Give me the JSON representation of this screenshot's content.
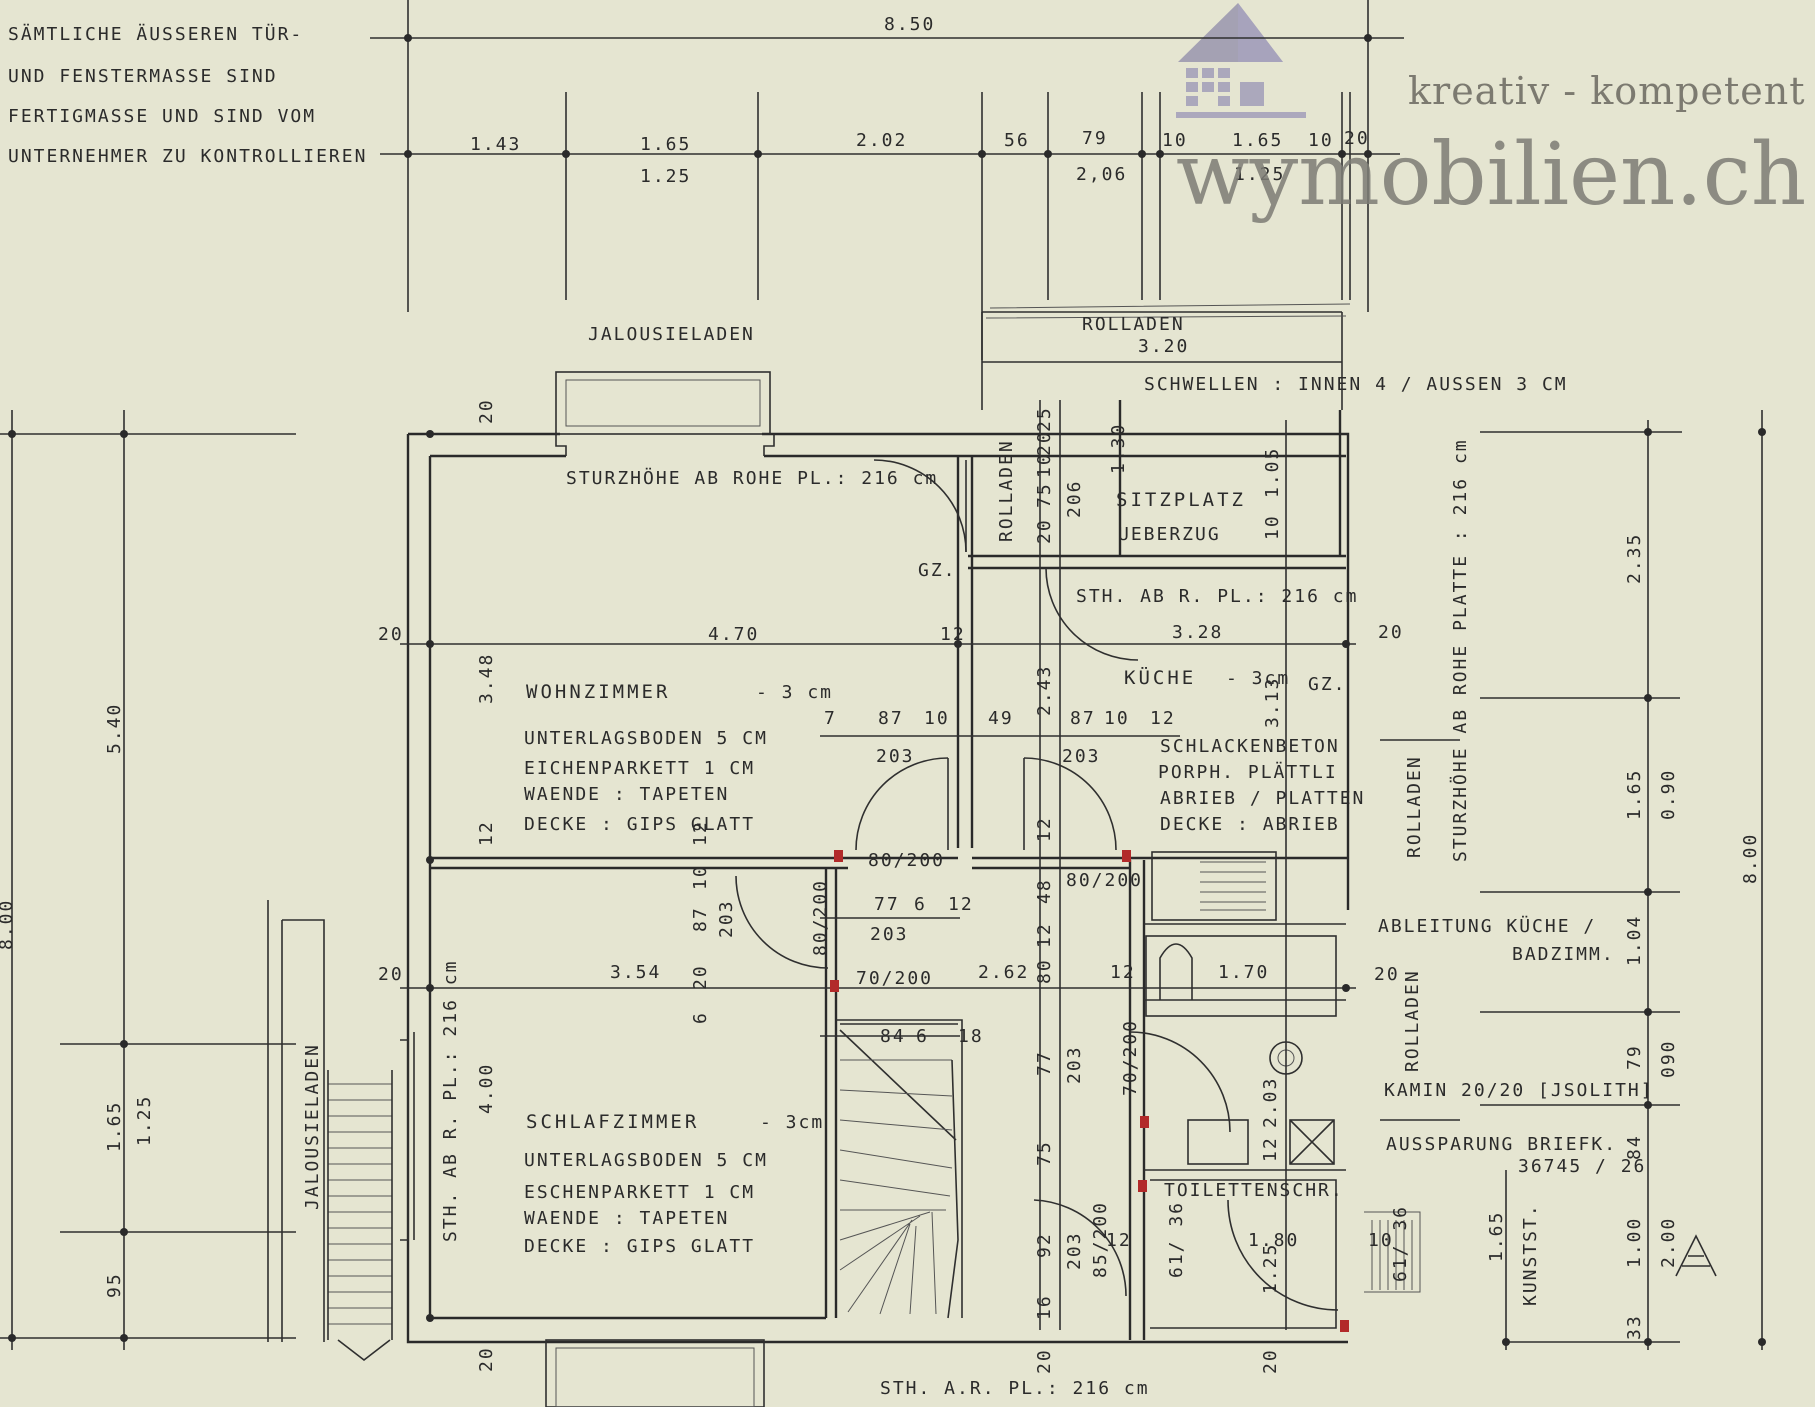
{
  "notice": {
    "lines": [
      "SÄMTLICHE ÄUSSEREN TÜR-",
      "UND FENSTERMASSE SIND",
      "FERTIGMASSE UND SIND VOM",
      "UNTERNEHMER ZU KONTROLLIEREN"
    ]
  },
  "brand": {
    "slogan": "kreativ - kompetent",
    "name": "wymobilien.ch",
    "colors": {
      "logo_roof": "#8e8aa8",
      "logo_grid": "#9d99b8",
      "text": "#7c7a70"
    }
  },
  "dimensions_top": {
    "total": "8.50",
    "segments": [
      "1.43",
      "1.65",
      "2.02",
      "56",
      "79",
      "10",
      "1.65",
      "10",
      "20"
    ],
    "openings": [
      "1.25",
      "2,06",
      "1.25"
    ]
  },
  "labels": {
    "jalousieladen_top": "JALOUSIELADEN",
    "rolladen_top": "ROLLADEN",
    "rolladen_top_width": "3.20",
    "schwellen": "SCHWELLEN : INNEN 4 / AUSSEN 3 CM",
    "sturzhoehe_top": "STURZHÖHE AB ROHE PL.: 216 cm",
    "rolladen_v1": "ROLLADEN",
    "sitzplatz": "SITZPLATZ",
    "ueberzug": "UEBERZUG",
    "gz1": "GZ.",
    "sth_top": "STH. AB R. PL.: 216 cm",
    "kueche": "KÜCHE",
    "kueche_floor": "- 3cm",
    "gz2": "GZ.",
    "sturzhoehe_right": "STURZHÖHE AB ROHE PLATTE : 216 cm",
    "rolladen_right1": "ROLLADEN",
    "rolladen_right2": "ROLLADEN",
    "ableitung_1": "ABLEITUNG KÜCHE /",
    "ableitung_2": "BADZIMM.",
    "kamin": "KAMIN 20/20 [JSOLITH]",
    "aussparung_1": "AUSSPARUNG BRIEFK.",
    "aussparung_2": "36745 / 26",
    "kunstst": "KUNSTST.",
    "toiletten": "TOILETTENSCHR.",
    "jalousieladen_left": "JALOUSIELADEN",
    "sth_left": "STH. AB R. PL.: 216 cm",
    "sth_bottom": "STH. A.R. PL.: 216 cm"
  },
  "rooms": {
    "wohnzimmer": {
      "name": "WOHNZIMMER",
      "floor": "- 3 cm",
      "specs": [
        "UNTERLAGSBODEN   5 CM",
        "EICHENPARKETT    1 CM",
        "WAENDE : TAPETEN",
        "DECKE  : GIPS GLATT"
      ]
    },
    "kueche_specs": [
      "SCHLACKENBETON",
      "PORPH. PLÄTTLI",
      "ABRIEB / PLATTEN",
      "DECKE : ABRIEB"
    ],
    "schlafzimmer": {
      "name": "SCHLAFZIMMER",
      "floor": "- 3cm",
      "specs": [
        "UNTERLAGSBODEN   5 CM",
        "ESCHENPARKETT    1 CM",
        "WAENDE : TAPETEN",
        "DECKE  : GIPS GLATT"
      ]
    }
  },
  "dimensions_inner": {
    "d20a": "20",
    "d470": "4.70",
    "d12a": "12",
    "d328": "3.28",
    "d20b": "20",
    "d348": "3.48",
    "d12b": "12",
    "d20c": "20",
    "d354": "3.54",
    "d262": "2.62",
    "d12c": "12",
    "d170": "1.70",
    "d20d": "20",
    "d400": "4.00",
    "d20_top": "20",
    "d20_bottom": "20",
    "d20_bottom2": "20",
    "d20_bottom3": "20",
    "door_80_200a": "80/200",
    "door_80_200b": "80/200",
    "door_80_200c": "80/200",
    "door_70_200a": "70/200",
    "door_70_200b": "70/200",
    "door_85_200": "85/200",
    "door_61_36a": "61/ 36",
    "door_61_36b": "61/ 36",
    "n7": "7",
    "n87a": "87",
    "n10a": "10",
    "n49": "49",
    "n87b": "87",
    "n10b": "10",
    "n12d": "12",
    "n203a": "203",
    "n203b": "203",
    "n203c": "203",
    "n203d": "203",
    "n203e": "203",
    "n203f": "203",
    "n77a": "77",
    "n6": "6",
    "n12e": "12",
    "n84": "84",
    "n6b": "6",
    "n18": "18",
    "n77b": "77",
    "n75": "75",
    "n92": "92",
    "n16": "16",
    "n12f": "12",
    "n180": "1.80",
    "n125": "1.25",
    "n10c": "10",
    "n203g": "2.03",
    "n12g": "12",
    "n48": "48",
    "n12h": "12",
    "n80": "80",
    "n12i": "12",
    "n12j": "12",
    "n87c": "87",
    "n10d": "10",
    "n6c": "6",
    "n20e": "20",
    "n243": "2.43",
    "n313": "3.13",
    "n105": "1.05",
    "n10e": "10",
    "n130": "1.30",
    "n20f": "20",
    "n75b": "75",
    "n10f": "10",
    "n206": "206",
    "n25": "25",
    "n20g": "20"
  },
  "dimensions_left": {
    "total": "5.40",
    "bottom": "8.00",
    "d165": "1.65",
    "d125": "1.25",
    "d95": "95"
  },
  "dimensions_right": {
    "d235": "2.35",
    "d165": "1.65",
    "d090a": "0.90",
    "d104": "1.04",
    "d79": "79",
    "d090b": "090",
    "d84": "84",
    "d165b": "1.65",
    "d100": "1.00",
    "d200": "2.00",
    "d33": "33",
    "total": "8.00"
  }
}
